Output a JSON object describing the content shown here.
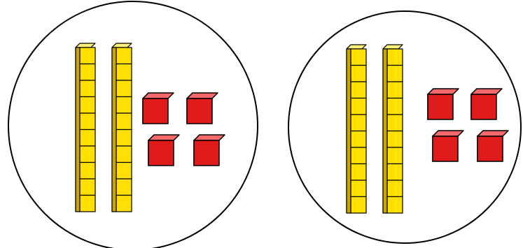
{
  "colors": {
    "background": "#ffffff",
    "outline": "#000000",
    "rod_front": "#FFE000",
    "rod_top": "#FFF27A",
    "rod_side": "#C9A600",
    "cube_front": "#E01B1B",
    "cube_top": "#F46A6A",
    "cube_side": "#9E0D0D"
  },
  "groups": [
    {
      "name": "group-1",
      "tens_rods": 2,
      "units_per_rod": 10,
      "ones_cubes": 4
    },
    {
      "name": "group-2",
      "tens_rods": 2,
      "units_per_rod": 10,
      "ones_cubes": 4
    }
  ]
}
